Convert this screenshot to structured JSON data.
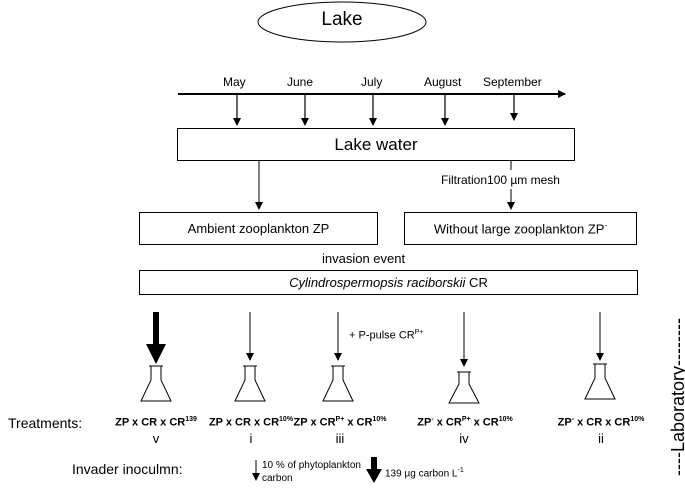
{
  "lake": "Lake",
  "months": [
    "May",
    "June",
    "July",
    "August",
    "September"
  ],
  "lake_water": "Lake water",
  "filtration": "Filtration100 µm mesh",
  "ambient_zp": "Ambient zooplankton ZP",
  "without_zp": "Without large zooplankton ZP",
  "without_zp_sup": "-",
  "invasion_event": "invasion event",
  "cr_species": "Cylindrospermopsis raciborskii",
  "cr_abbrev": " CR",
  "p_pulse": "+ P-pulse CR",
  "p_pulse_sup": "P+",
  "laboratory": "----Laboratory--------",
  "treatments_label": "Treatments:",
  "treatments": [
    {
      "roman": "v",
      "html": "ZP x CR x CR<sup>139</sup>"
    },
    {
      "roman": "i",
      "html": "ZP x CR x CR<sup>10%</sup>"
    },
    {
      "roman": "iii",
      "html": "ZP x CR<sup>P+</sup> x CR<sup>10%</sup>"
    },
    {
      "roman": "iv",
      "html": "ZP<sup>-</sup> x CR<sup>P+</sup> x CR<sup>10%</sup>"
    },
    {
      "roman": "ii",
      "html": "ZP<sup>-</sup> x CR x CR<sup>10%</sup>"
    }
  ],
  "invader_label": "Invader inoculmn:",
  "legend_thin": "10 % of phytoplankton carbon",
  "legend_thin_line1": "10 % of phytoplankton",
  "legend_thin_line2": "carbon",
  "legend_thick": "139 µg carbon L",
  "legend_thick_sup": "-1"
}
